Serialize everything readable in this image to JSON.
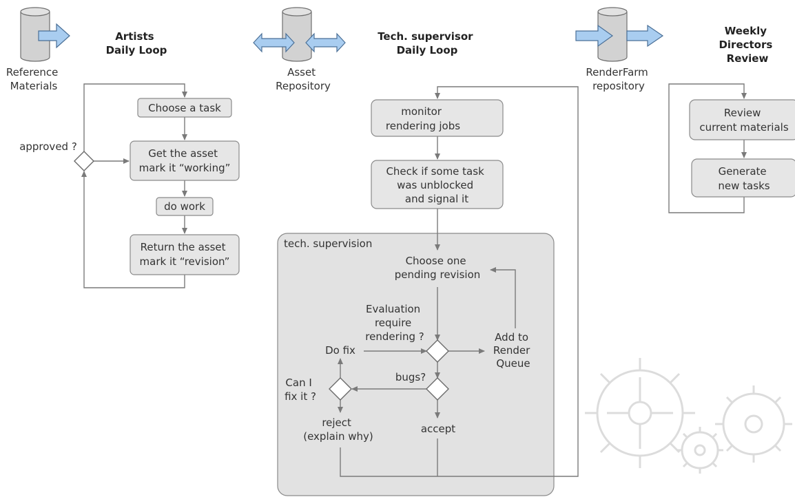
{
  "repositories": {
    "reference": [
      "Reference",
      "Materials"
    ],
    "asset": [
      "Asset",
      "Repository"
    ],
    "renderfarm": [
      "RenderFarm",
      "repository"
    ]
  },
  "loops": {
    "artists": [
      "Artists",
      "Daily Loop"
    ],
    "tech": [
      "Tech. supervisor",
      "Daily Loop"
    ],
    "directors": [
      "Weekly",
      "Directors",
      "Review"
    ]
  },
  "artists_nodes": {
    "choose_task": [
      "Choose a task"
    ],
    "get_asset": [
      "Get the asset",
      "mark it “working”"
    ],
    "do_work": [
      "do work"
    ],
    "return_asset": [
      "Return the asset",
      "mark it “revision”"
    ],
    "approved": [
      "approved ?"
    ]
  },
  "tech_nodes": {
    "monitor": [
      "monitor",
      "rendering jobs"
    ],
    "check": [
      "Check if some task",
      "was unblocked",
      "and signal it"
    ],
    "group_label": [
      "tech. supervision"
    ],
    "choose_revision": [
      "Choose one",
      "pending revision"
    ],
    "evaluation": [
      "Evaluation",
      "require",
      "rendering ?"
    ],
    "add_render": [
      "Add to",
      "Render",
      "Queue"
    ],
    "do_fix": [
      "Do fix"
    ],
    "bugs": [
      "bugs?"
    ],
    "can_fix": [
      "Can I",
      "fix it ?"
    ],
    "reject": [
      "reject",
      "(explain why)"
    ],
    "accept": [
      "accept"
    ]
  },
  "directors_nodes": {
    "review": [
      "Review",
      "current materials"
    ],
    "generate": [
      "Generate",
      "new tasks"
    ]
  },
  "colors": {
    "box_fill": "#e6e6e6",
    "box_stroke": "#8a8a8a",
    "connector": "#7a7a7a",
    "arrow_fill": "#a9cdf0",
    "arrow_stroke": "#4a6f96",
    "group_fill": "#e2e2e2"
  }
}
